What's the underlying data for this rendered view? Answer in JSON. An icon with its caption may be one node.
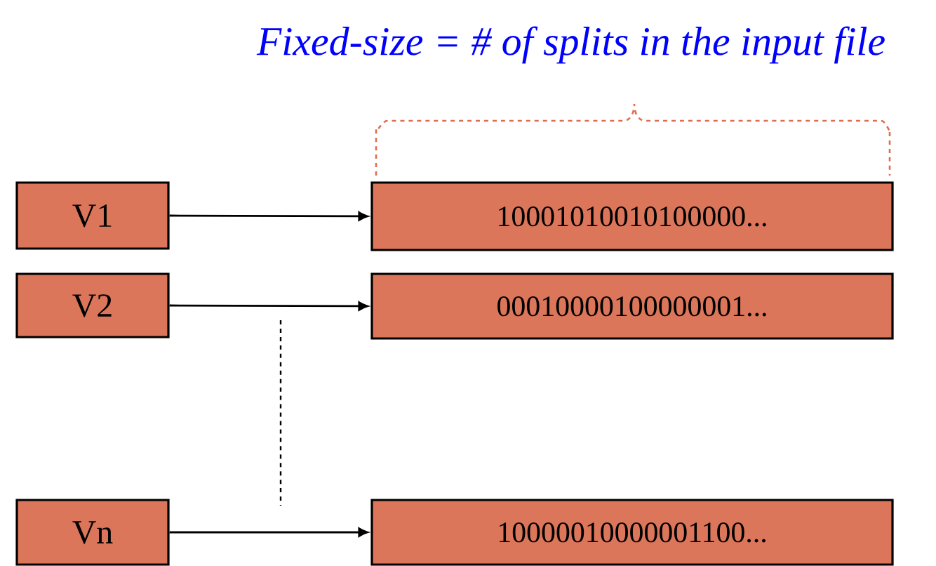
{
  "diagram": {
    "nodes": [
      {
        "text": [
          "V1"
        ]
      },
      {
        "text": [
          "V2"
        ]
      },
      {
        "text": [
          "Vn"
        ]
      },
      {
        "text": [
          "10001010010100000..."
        ]
      },
      {
        "text": [
          "00010000100000001..."
        ]
      },
      {
        "text": [
          "10000010000001100..."
        ]
      }
    ],
    "edges": [
      {
        "from": 0,
        "to": 3,
        "arrow": "to"
      },
      {
        "from": 1,
        "to": 4,
        "arrow": "to"
      },
      {
        "from": 2,
        "to": 5,
        "arrow": "to"
      }
    ],
    "labels": [
      "Fixed-size = # of splits in the input file"
    ]
  }
}
